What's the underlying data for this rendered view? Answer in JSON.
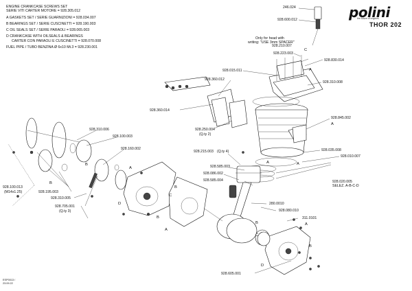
{
  "legend": {
    "line1": "ENGINE CRANKCASE SCREWS SET",
    "line2": "SERIE VITI CARTER MOTORE = 928.305.012",
    "line3": "A   GASKETS SET / SERIE GUARNIZIONI = 928.034.007",
    "line4": "B   BEARINGS SET / SERIE CUSCINETTI = 928.190.003",
    "line5": "C   OIL SEALS SET / SERIE PARAOLI = 928.065.003",
    "line6": "D   CRANKCASE WITH OILSEALS & BEARINGS",
    "line7": "CARTER CON PARAOLI E CUSCINETTI = 928.070.008",
    "line8": "FUEL PIPE / TUBO BENZINA Ø 6x10  Mt.3 = 928.230.001"
  },
  "brand": {
    "name": "polini",
    "tagline": "the future of engines",
    "model": "THOR 202"
  },
  "note": {
    "line1": "Only for head with",
    "line2": "writing: \"USE 3mm SPACER\""
  },
  "labels": {
    "p246024": "246.024",
    "p928600012": "928.600.012",
    "p928210007": "928.210.007",
    "p928223003": "928.223.003",
    "p928830014": "928.830.014",
    "p928015011": "928.015.011",
    "p928310008": "928.310.008",
    "p928360012": "928.360.012",
    "p928360014": "928.360.014",
    "p928845002": "928.845.002",
    "p928250004": "928.250.004",
    "q2": "(Q.ty 2)",
    "p928310006": "928.310.006",
    "p928100003": "928.100.003",
    "p928160002": "928.160.002",
    "p928215003": "928.215.003",
    "q4": "(Q.ty 4)",
    "p928035008": "928.035.008",
    "p928010007": "928.010.007",
    "p928585003": "928.585.003",
    "p928086002": "928.086.002",
    "p928585004": "928.585.004",
    "p928020005": "928.020.005",
    "selez": "SELEZ. A-B-C-D",
    "p928100013": "928.100.013",
    "m14x125": "(M14x1.25)",
    "p928195003": "928.195.003",
    "p928310005": "928.310.005",
    "p928705001": "928.705.001",
    "q3": "(Q.ty 3)",
    "p280010": "280.0010",
    "p928080010": "928.080.010",
    "p3110101": "311.0101",
    "p928605001": "928.605.001"
  },
  "letters": {
    "A": "A",
    "B": "B",
    "C": "C",
    "D": "D"
  },
  "footer": {
    "code": "ESP0013 /",
    "date": "23.09.22"
  }
}
